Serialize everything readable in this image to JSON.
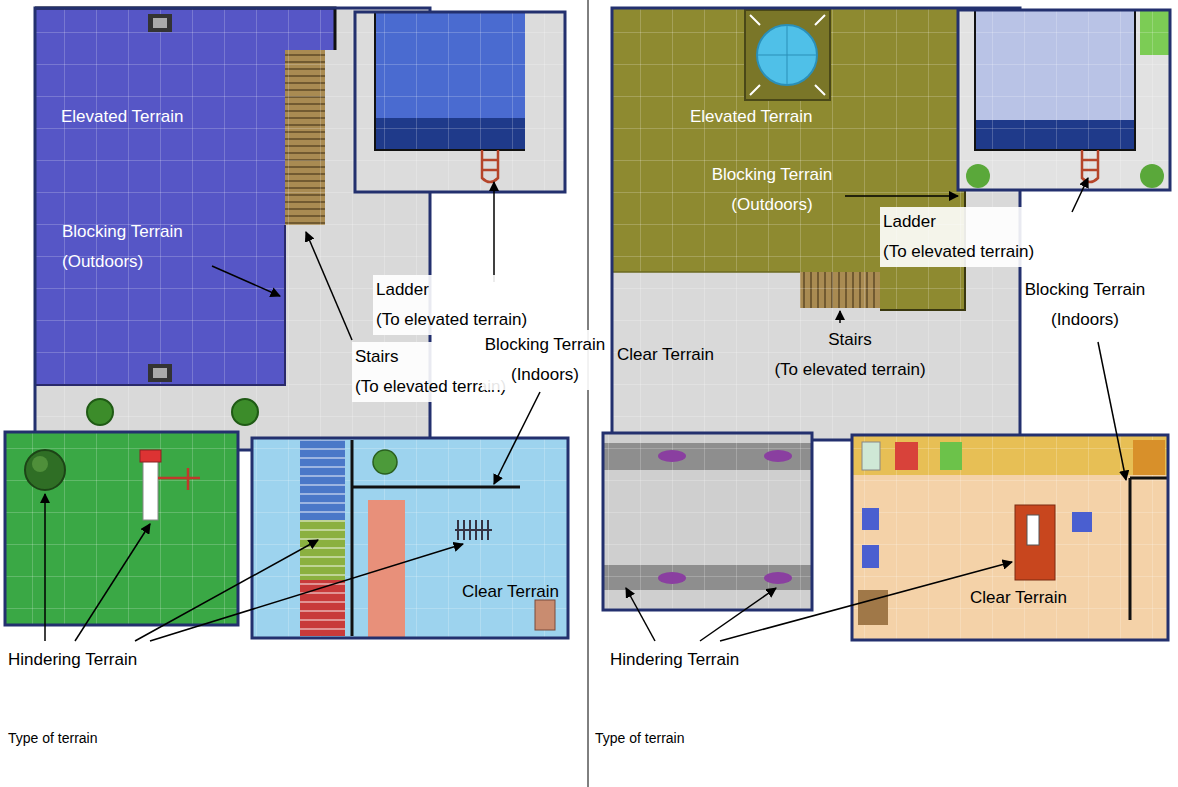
{
  "diagram": {
    "labels": [
      "Elevated Terrain",
      "Blocking Terrain (Outdoors)",
      "Stairs (To elevated terrain)",
      "Ladder (To elevated terrain)",
      "Blocking Terrain (Indoors)",
      "Hindering Terrain",
      "Clear Terrain",
      "Type of terrain",
      "Elevated Terrain",
      "Blocking Terrain (Outdoors)",
      "Ladder (To elevated terrain)",
      "Blocking Terrain (Indoors)",
      "Clear Terrain",
      "Stairs (To elevated terrain)",
      "Hindering Terrain",
      "Clear Terrain",
      "Type of terrain"
    ]
  }
}
